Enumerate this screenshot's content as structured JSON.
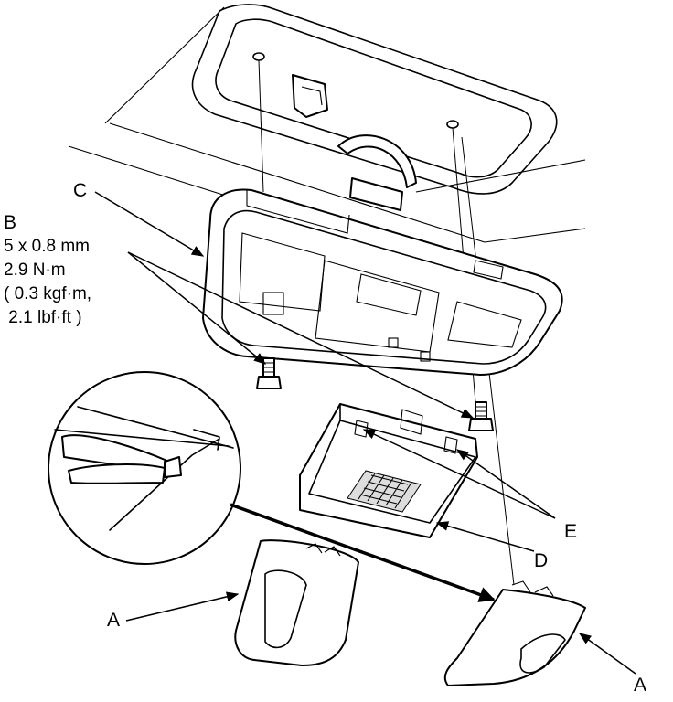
{
  "labels": {
    "a_left": "A",
    "a_right": "A",
    "b": "B",
    "c": "C",
    "d": "D",
    "e": "E"
  },
  "spec_b": [
    "5 x 0.8 mm",
    "2.9 N·m",
    "( 0.3 kgf·m,",
    " 2.1 lbf·ft )"
  ]
}
